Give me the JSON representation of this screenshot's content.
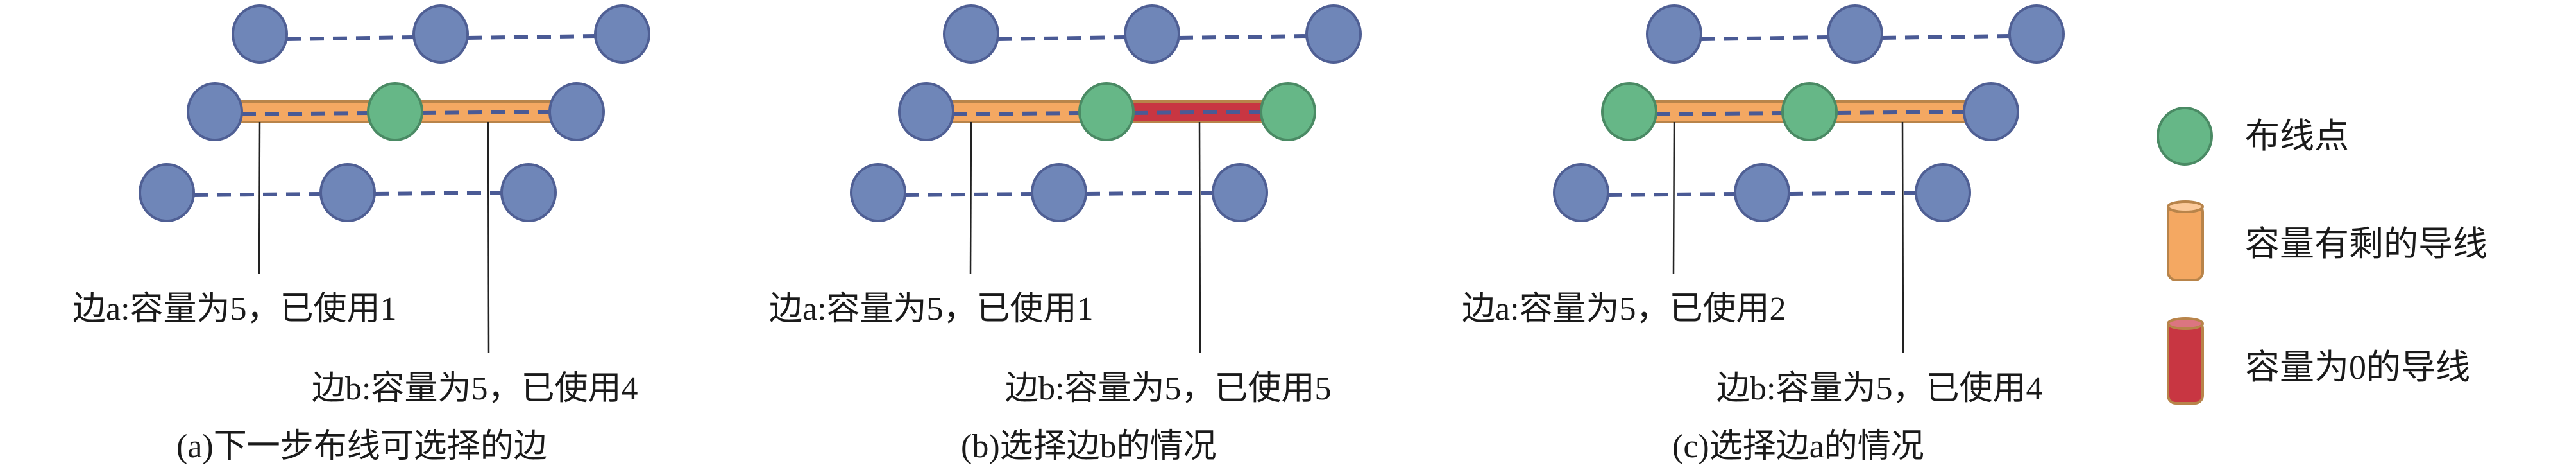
{
  "colors": {
    "node": "#6f86b8",
    "node_stroke": "#4f5f94",
    "routed": "#66b787",
    "routed_stroke": "#4a8a64",
    "wire_ok": "#f4a862",
    "wire_ok_stroke": "#b8844a",
    "wire_full": "#c83642",
    "wire_full_stroke": "#b8844a",
    "dash": "#4a5a95"
  },
  "panels": [
    {
      "caption": "(a)下一步布线可选择的边",
      "routed_nodes": [
        1
      ],
      "wires": [
        "ok",
        "ok"
      ],
      "edge_a_label": "边a:容量为5，已使用1",
      "edge_b_label": "边b:容量为5，已使用4"
    },
    {
      "caption": "(b)选择边b的情况",
      "routed_nodes": [
        1,
        2
      ],
      "wires": [
        "ok",
        "full"
      ],
      "edge_a_label": "边a:容量为5，已使用1",
      "edge_b_label": "边b:容量为5，已使用5"
    },
    {
      "caption": "(c)选择边a的情况",
      "routed_nodes": [
        0,
        1
      ],
      "wires": [
        "ok",
        "ok"
      ],
      "edge_a_label": "边a:容量为5，已使用2",
      "edge_b_label": "边b:容量为5，已使用4"
    }
  ],
  "legend": {
    "routing_point": "布线点",
    "wire_remaining": "容量有剩的导线",
    "wire_zero": "容量为0的导线"
  }
}
